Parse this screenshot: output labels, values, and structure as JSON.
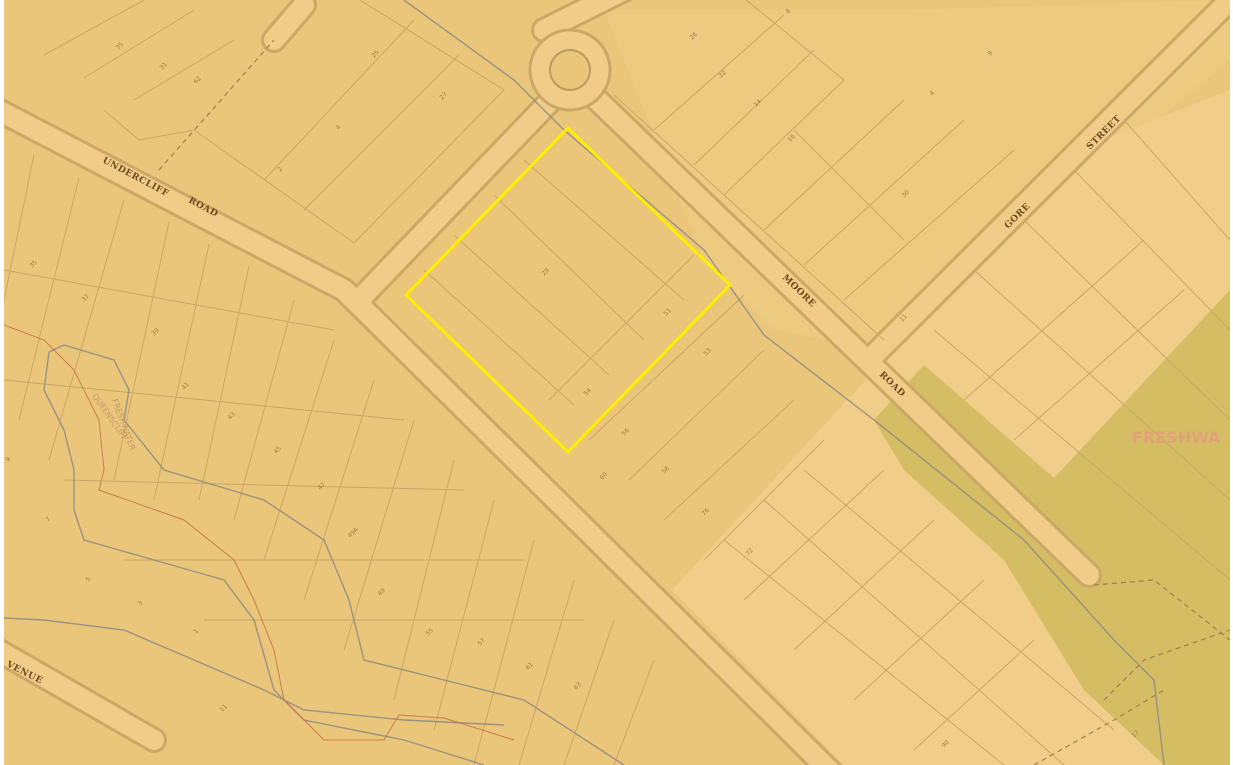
{
  "map": {
    "colors": {
      "base": "#e9c679",
      "block_alt": "#ecca80",
      "light_zone": "#f0cd88",
      "reserve": "#d4bd62",
      "road": "#f0cc86",
      "road_edge": "#c9a868",
      "cadastre": "#c9a868",
      "grey_line": "#8d8a84",
      "orange_line": "#c8744a",
      "selection": "#ffee00"
    },
    "road_labels": {
      "undercliff": "UNDERCLIFF",
      "road1": "ROAD",
      "moore": "MOORE",
      "road2": "ROAD",
      "gore": "GORE",
      "street": "STREET",
      "avenue": "VENUE"
    },
    "place_label": "FRESHWA",
    "reserve_label_1": "FRESHWATER",
    "reserve_label_2": "QUEENSCLIFF",
    "lot_numbers": {
      "l01": "26",
      "l02": "22",
      "l03": "14",
      "l04": "16",
      "l05": "30",
      "l06": "8",
      "l07": "4",
      "l08": "9",
      "l09": "25",
      "l10": "27",
      "l11": "4",
      "l12": "2",
      "l13": "35",
      "l14": "62",
      "l15": "31",
      "l16": "35",
      "l17": "37",
      "l18": "39",
      "l19": "41",
      "l20": "43",
      "l21": "45",
      "l22": "47",
      "l23": "29",
      "l24": "51",
      "l25": "53",
      "l26": "54",
      "l27": "56",
      "l28": "58",
      "l29": "76",
      "l30": "72",
      "l31": "60",
      "l32": "49",
      "l33": "55",
      "l34": "57",
      "l35": "61",
      "l36": "63",
      "l37": "1",
      "l38": "3",
      "l39": "5",
      "l40": "7",
      "l41": "9",
      "l42": "11",
      "l43": "90",
      "l44": "17",
      "l45": "49A",
      "l46": "11"
    }
  }
}
